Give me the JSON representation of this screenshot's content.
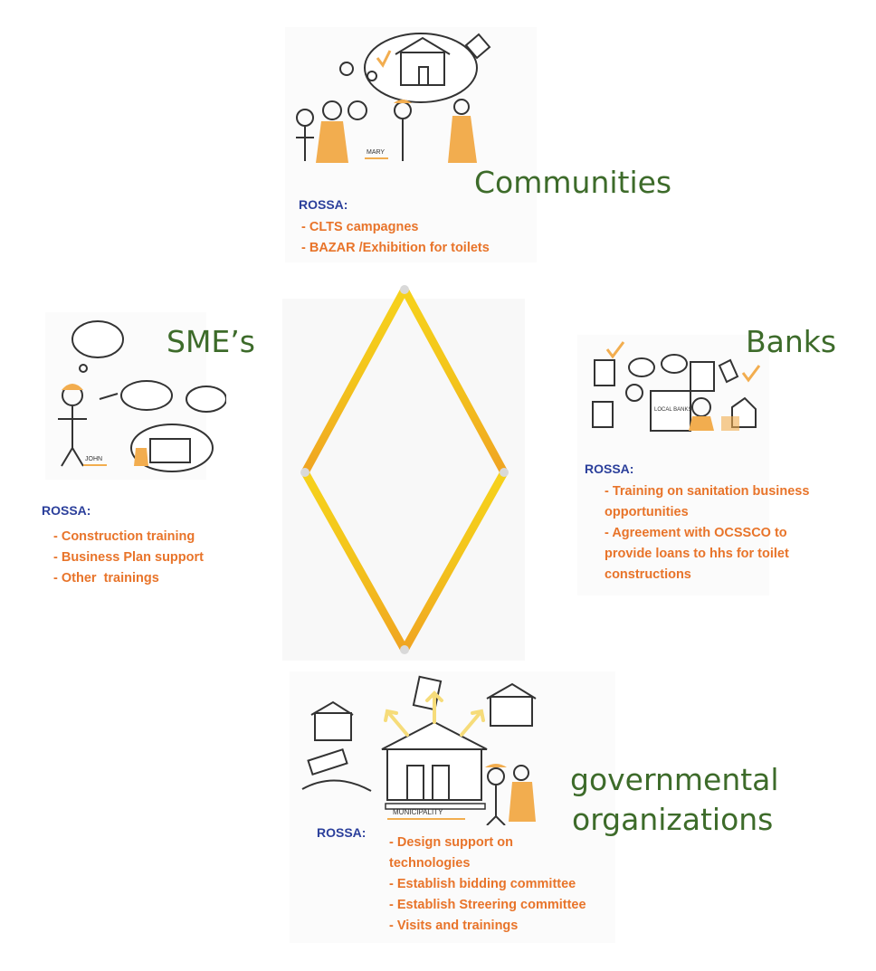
{
  "colors": {
    "title_green": "#3d6b2a",
    "rossa_blue": "#2b3f9b",
    "item_orange": "#e8742a",
    "kite_yellow": "#f2c818",
    "kite_orange": "#f0a820"
  },
  "nodes": {
    "communities": {
      "title": "Communities",
      "rossa_label": "ROSSA:",
      "items": [
        "- CLTS campagnes",
        "- BAZAR /Exhibition for toilets"
      ],
      "illustration_caption": "MARY"
    },
    "smes": {
      "title": "SME’s",
      "rossa_label": "ROSSA:",
      "items": [
        "- Construction training",
        "- Business Plan support",
        "- Other  trainings"
      ],
      "illustration_caption": "JOHN"
    },
    "banks": {
      "title": "Banks",
      "rossa_label": "ROSSA:",
      "items": [
        "- Training on sanitation business",
        "opportunities",
        "- Agreement with OCSSCO to",
        "provide loans to hhs for toilet",
        "constructions"
      ],
      "illustration_caption": "LOCAL BANKS"
    },
    "government": {
      "title_line1": "governmental",
      "title_line2": "organizations",
      "rossa_label": "ROSSA:",
      "items": [
        "- Design support on",
        "technologies",
        "- Establish bidding committee",
        "- Establish Streering committee",
        "- Visits and trainings"
      ],
      "illustration_caption": "MUNICIPALITY"
    }
  }
}
